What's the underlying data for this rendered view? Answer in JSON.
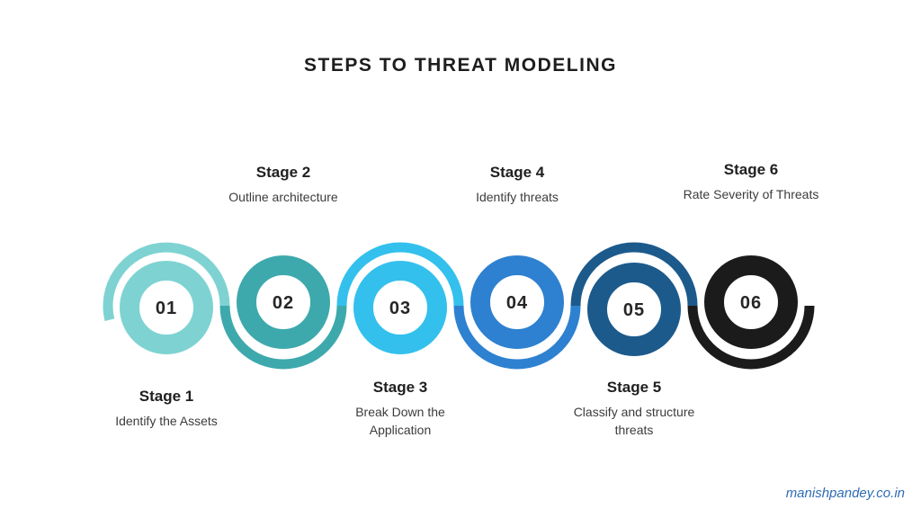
{
  "title": "STEPS TO THREAT MODELING",
  "stages": [
    {
      "number": "01",
      "title": "Stage 1",
      "description": "Identify the Assets",
      "color": "#7ed3d2",
      "label_position": "bottom"
    },
    {
      "number": "02",
      "title": "Stage 2",
      "description": "Outline architecture",
      "color": "#3ea9ac",
      "label_position": "top"
    },
    {
      "number": "03",
      "title": "Stage 3",
      "description": "Break Down the Application",
      "color": "#33c0ed",
      "label_position": "bottom"
    },
    {
      "number": "04",
      "title": "Stage 4",
      "description": "Identify threats",
      "color": "#2e81d0",
      "label_position": "top"
    },
    {
      "number": "05",
      "title": "Stage 5",
      "description": "Classify and structure threats",
      "color": "#1c5a8c",
      "label_position": "bottom"
    },
    {
      "number": "06",
      "title": "Stage 6",
      "description": "Rate Severity of Threats",
      "color": "#1b1b1b",
      "label_position": "top"
    }
  ],
  "number_text_color": "#262626",
  "footer": {
    "text": "manishpandey.co.in",
    "color": "#2e6cb4"
  }
}
